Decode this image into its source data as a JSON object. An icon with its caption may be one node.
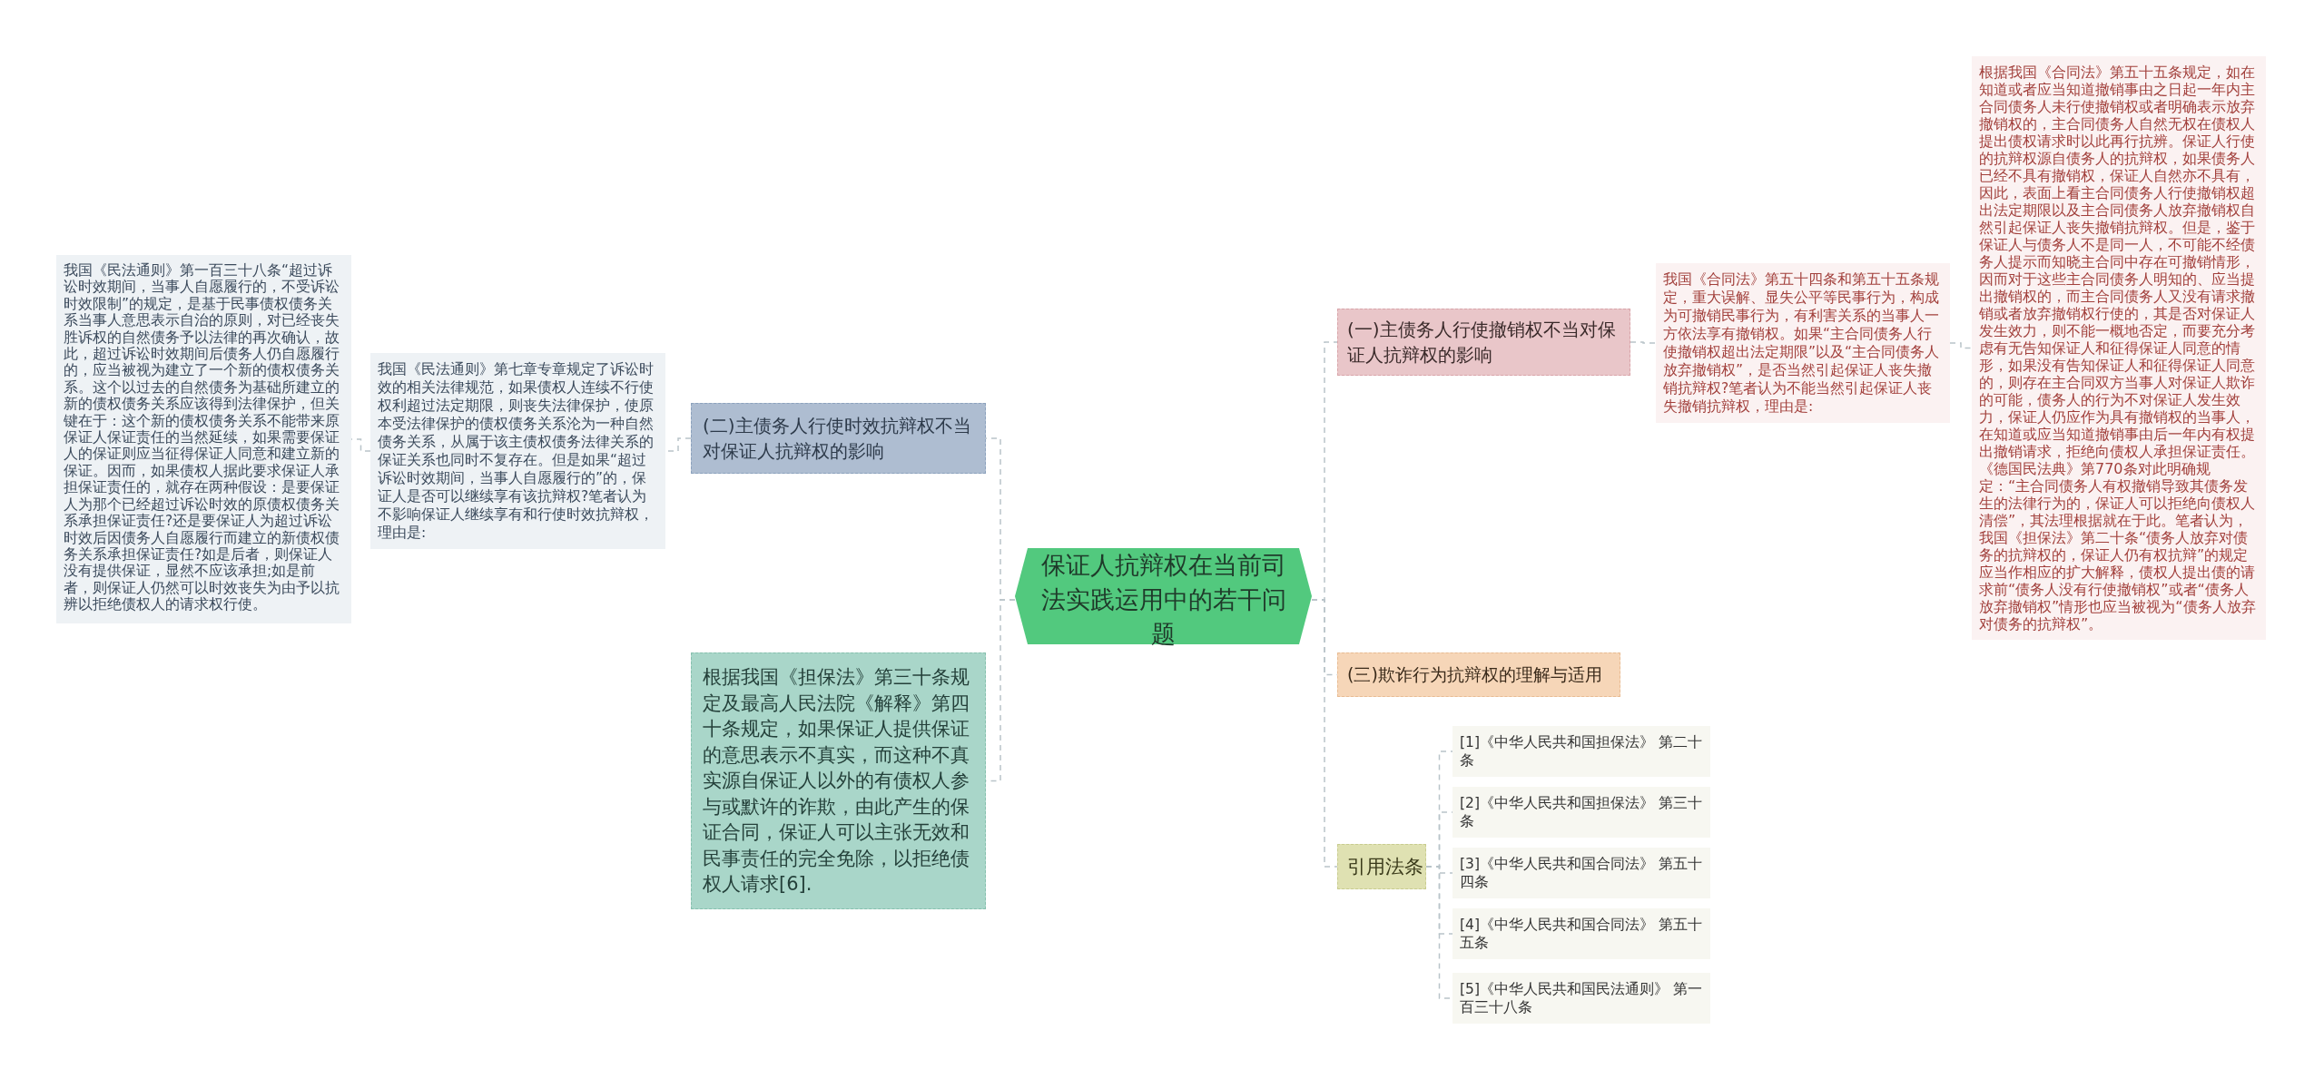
{
  "diagram": {
    "nodes": [
      {
        "text": [
          "保证人抗辩权在当前司法实践运用中的若干问题"
        ]
      },
      {
        "text": [
          "(二)主债务人行使时效抗辩权不当对保证人抗辩权的影响"
        ]
      },
      {
        "text": [
          "我国《民法通则》第七章专章规定了诉讼时效的相关法律规范，如果债权人连续不行使权利超过法定期限，则丧失法律保护，使原本受法律保护的债权债务关系沦为一种自然债务关系，从属于该主债权债务法律关系的保证关系也同时不复存在。但是如果“超过诉讼时效期间，当事人自愿履行的”的，保证人是否可以继续享有该抗辩权?笔者认为不影响保证人继续享有和行使时效抗辩权，理由是:"
        ]
      },
      {
        "text": [
          "我国《民法通则》第一百三十八条“超过诉讼时效期间，当事人自愿履行的，不受诉讼时效限制”的规定，是基于民事债权债务关系当事人意思表示自治的原则，对已经丧失胜诉权的自然债务予以法律的再次确认，故此，超过诉讼时效期间后债务人仍自愿履行的，应当被视为建立了一个新的债权债务关系。这个以过去的自然债务为基础所建立的新的债权债务关系应该得到法律保护，但关键在于：这个新的债权债务关系不能带来原保证人保证责任的当然延续，如果需要保证人的保证则应当征得保证人同意和建立新的保证。因而，如果债权人据此要求保证人承担保证责任的，就存在两种假设：是要保证人为那个已经超过诉讼时效的原债权债务关系承担保证责任?还是要保证人为超过诉讼时效后因债务人自愿履行而建立的新债权债务关系承担保证责任?如是后者，则保证人没有提供保证，显然不应该承担;如是前者，则保证人仍然可以时效丧失为由予以抗辨以拒绝债权人的请求权行使。"
        ]
      },
      {
        "text": [
          "根据我国《担保法》第三十条规定及最高人民法院《解释》第四十条规定，如果保证人提供保证的意思表示不真实，而这种不真实源自保证人以外的有债权人参与或默许的诈欺，由此产生的保证合同，保证人可以主张无效和民事责任的完全免除，以拒绝债权人请求[6]."
        ]
      },
      {
        "text": [
          "(一)主债务人行使撤销权不当对保证人抗辩权的影响"
        ]
      },
      {
        "text": [
          "我国《合同法》第五十四条和第五十五条规定，重大误解、显失公平等民事行为，构成为可撤销民事行为，有利害关系的当事人一方依法享有撤销权。如果“主合同债务人行使撤销权超出法定期限”以及“主合同债务人放弃撤销权”，是否当然引起保证人丧失撤销抗辩权?笔者认为不能当然引起保证人丧失撤销抗辩权，理由是:"
        ]
      },
      {
        "text": [
          "根据我国《合同法》第五十五条规定，如在知道或者应当知道撤销事由之日起一年内主合同债务人未行使撤销权或者明确表示放弃撤销权的，主合同债务人自然无权在债权人提出债权请求时以此再行抗辨。保证人行使的抗辩权源自债务人的抗辩权，如果债务人已经不具有撤销权，保证人自然亦不具有，因此，表面上看主合同债务人行使撤销权超出法定期限以及主合同债务人放弃撤销权自然引起保证人丧失撤销抗辩权。但是，鉴于保证人与债务人不是同一人，不可能不经债务人提示而知晓主合同中存在可撤销情形，因而对于这些主合同债务人明知的、应当提出撤销权的，而主合同债务人又没有请求撤销或者放弃撤销权行使的，其是否对保证人发生效力，则不能一概地否定，而要充分考虑有无告知保证人和征得保证人同意的情形，如果没有告知保证人和征得保证人同意的，则存在主合同双方当事人对保证人欺诈的可能，债务人的行为不对保证人发生效力，保证人仍应作为具有撤销权的当事人，在知道或应当知道撤销事由后一年内有权提出撤销请求，拒绝向债权人承担保证责任。《德国民法典》第770条对此明确规定：“主合同债务人有权撤销导致其债务发生的法律行为的，保证人可以拒绝向债权人清偿”，其法理根据就在于此。笔者认为，我国《担保法》第二十条“债务人放弃对债务的抗辩权的，保证人仍有权抗辩”的规定应当作相应的扩大解释，债权人提出债的请求前“债务人没有行使撤销权”或者“债务人放弃撤销权”情形也应当被视为“债务人放弃对债务的抗辩权”。"
        ]
      },
      {
        "text": [
          "(三)欺诈行为抗辩权的理解与适用"
        ]
      },
      {
        "text": [
          "引用法条"
        ]
      },
      {
        "text": [
          "[1]《中华人民共和国担保法》 第二十条"
        ]
      },
      {
        "text": [
          "[2]《中华人民共和国担保法》 第三十条"
        ]
      },
      {
        "text": [
          "[3]《中华人民共和国合同法》 第五十四条"
        ]
      },
      {
        "text": [
          "[4]《中华人民共和国合同法》 第五十五条"
        ]
      },
      {
        "text": [
          "[5]《中华人民共和国民法通则》 第一百三十八条"
        ]
      }
    ],
    "edges": [
      {
        "from": 0,
        "to": 1,
        "arrow": "none",
        "style": "dashed"
      },
      {
        "from": 1,
        "to": 2,
        "arrow": "none",
        "style": "dashed"
      },
      {
        "from": 2,
        "to": 3,
        "arrow": "none",
        "style": "dashed"
      },
      {
        "from": 0,
        "to": 4,
        "arrow": "none",
        "style": "dashed"
      },
      {
        "from": 0,
        "to": 5,
        "arrow": "none",
        "style": "dashed"
      },
      {
        "from": 5,
        "to": 6,
        "arrow": "none",
        "style": "dashed"
      },
      {
        "from": 6,
        "to": 7,
        "arrow": "none",
        "style": "dashed"
      },
      {
        "from": 0,
        "to": 8,
        "arrow": "none",
        "style": "dashed"
      },
      {
        "from": 0,
        "to": 9,
        "arrow": "none",
        "style": "dashed"
      },
      {
        "from": 9,
        "to": 10,
        "arrow": "none",
        "style": "dashed"
      },
      {
        "from": 9,
        "to": 11,
        "arrow": "none",
        "style": "dashed"
      },
      {
        "from": 9,
        "to": 12,
        "arrow": "none",
        "style": "dashed"
      },
      {
        "from": 9,
        "to": 13,
        "arrow": "none",
        "style": "dashed"
      },
      {
        "from": 9,
        "to": 14,
        "arrow": "none",
        "style": "dashed"
      }
    ]
  }
}
